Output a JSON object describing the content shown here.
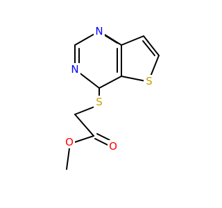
{
  "molecule": {
    "atoms": [
      {
        "id": "N3",
        "label": "N",
        "color": "#0000FF"
      },
      {
        "id": "N1",
        "label": "N",
        "color": "#0000FF"
      },
      {
        "id": "S5",
        "label": "S",
        "color": "#C8A000"
      },
      {
        "id": "S",
        "label": "S",
        "color": "#C8A000"
      },
      {
        "id": "O1",
        "label": "O",
        "color": "#FF0000"
      },
      {
        "id": "O2",
        "label": "O",
        "color": "#FF0000"
      }
    ],
    "bond_color": "#000000"
  }
}
